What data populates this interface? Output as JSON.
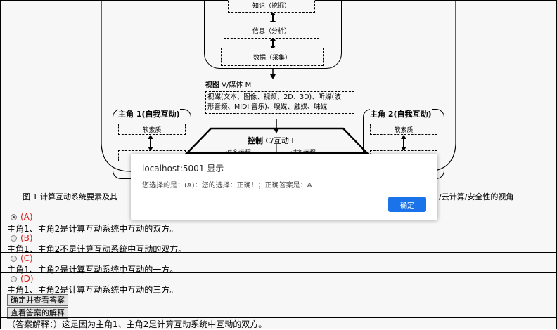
{
  "figure": {
    "knowledge_box": "知识（挖掘）",
    "info_box": "信息（分析）",
    "data_box": "数据（采集）",
    "view_title_bold": "视图",
    "view_title_rest": " V/媒体 M",
    "view_line1": "视媒(文本、图像、视频、2D、3D)、听媒(波",
    "view_line2": "形音频、MIDI 音乐)、嗅媒、触媒、味媒",
    "role1_title": "主角 1(自我互动)",
    "role1_box": "软素质",
    "role2_title": "主角 2(自我互动)",
    "role2_box": "软素质",
    "control_bold": "控制",
    "control_rest": " C/互动 I",
    "left_sub": "一对多远程",
    "right_sub": "一对多远程",
    "caption": "图 1 计算互动系统要素及其",
    "caption_right": "/云计算/安全性的视角"
  },
  "quiz": {
    "options": [
      {
        "label": "(A)",
        "text": "主角1、主角2是计算互动系统中互动的双方。",
        "checked": true
      },
      {
        "label": "(B)",
        "text": "主角1、主角2不是计算互动系统中互动的双方。",
        "checked": false
      },
      {
        "label": "(C)",
        "text": "主角1、主角2是计算互动系统中互动的一方。",
        "checked": false
      },
      {
        "label": "(D)",
        "text": "主角1、主角2是计算互动系统中互动的三方。",
        "checked": false
      }
    ],
    "confirm_button": "确定并查看答案",
    "explain_button": "查看答案的解释",
    "explanation": "（答案解释：）这是因为主角1、主角2是计算互动系统中互动的双方。"
  },
  "dialog": {
    "title": "localhost:5001 显示",
    "message": "您选择的是：(A)：您的选择：正确！；正确答案是：A",
    "ok_label": "确定"
  }
}
